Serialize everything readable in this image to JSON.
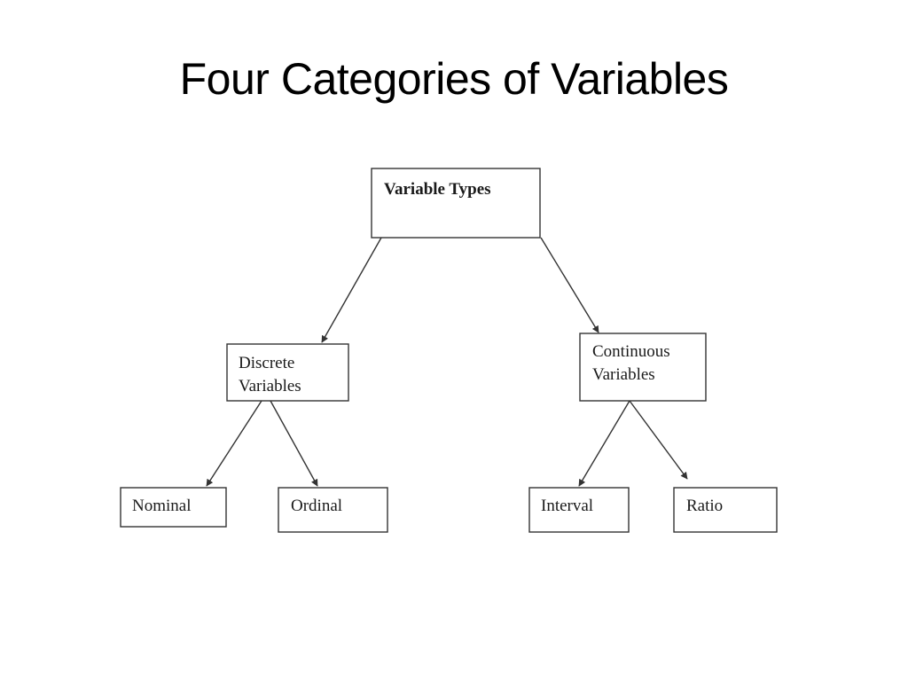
{
  "slide": {
    "title": "Four Categories of Variables"
  },
  "diagram": {
    "root": {
      "label": "Variable Types"
    },
    "discrete": {
      "line1": "Discrete",
      "line2": "Variables"
    },
    "continuous": {
      "line1": "Continuous",
      "line2": "Variables"
    },
    "nominal": {
      "label": "Nominal"
    },
    "ordinal": {
      "label": "Ordinal"
    },
    "interval": {
      "label": "Interval"
    },
    "ratio": {
      "label": "Ratio"
    },
    "colors": {
      "stroke": "#333333",
      "text": "#1a1a1a",
      "background": "#ffffff"
    }
  }
}
